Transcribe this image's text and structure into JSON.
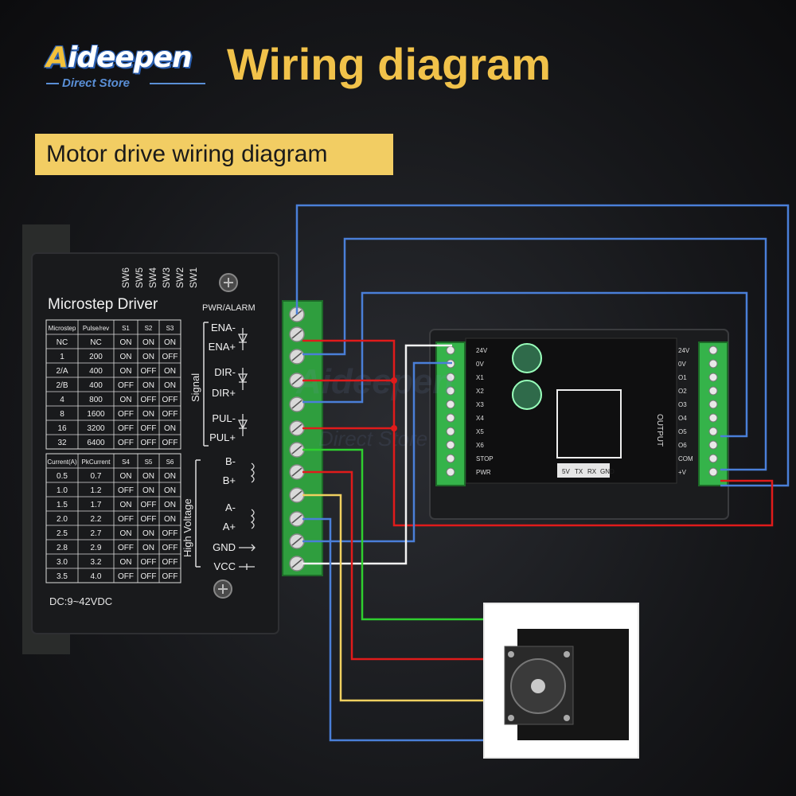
{
  "logo": {
    "first_letter": "A",
    "rest": "ideepen",
    "tagline": "Direct Store"
  },
  "title": "Wiring diagram",
  "subtitle": "Motor drive wiring diagram",
  "driver": {
    "name": "Microstep Driver",
    "switch_labels": [
      "SW6",
      "SW5",
      "SW4",
      "SW3",
      "SW2",
      "SW1"
    ],
    "pwr_alarm": "PWR/ALARM",
    "microstep_table": {
      "headers": [
        "Microstep",
        "Pulse/rev",
        "S1",
        "S2",
        "S3"
      ],
      "rows": [
        [
          "NC",
          "NC",
          "ON",
          "ON",
          "ON"
        ],
        [
          "1",
          "200",
          "ON",
          "ON",
          "OFF"
        ],
        [
          "2/A",
          "400",
          "ON",
          "OFF",
          "ON"
        ],
        [
          "2/B",
          "400",
          "OFF",
          "ON",
          "ON"
        ],
        [
          "4",
          "800",
          "ON",
          "OFF",
          "OFF"
        ],
        [
          "8",
          "1600",
          "OFF",
          "ON",
          "OFF"
        ],
        [
          "16",
          "3200",
          "OFF",
          "OFF",
          "ON"
        ],
        [
          "32",
          "6400",
          "OFF",
          "OFF",
          "OFF"
        ]
      ]
    },
    "current_table": {
      "headers": [
        "Current(A)",
        "PkCurrent",
        "S4",
        "S5",
        "S6"
      ],
      "rows": [
        [
          "0.5",
          "0.7",
          "ON",
          "ON",
          "ON"
        ],
        [
          "1.0",
          "1.2",
          "OFF",
          "ON",
          "ON"
        ],
        [
          "1.5",
          "1.7",
          "ON",
          "OFF",
          "ON"
        ],
        [
          "2.0",
          "2.2",
          "OFF",
          "OFF",
          "ON"
        ],
        [
          "2.5",
          "2.7",
          "ON",
          "ON",
          "OFF"
        ],
        [
          "2.8",
          "2.9",
          "OFF",
          "ON",
          "OFF"
        ],
        [
          "3.0",
          "3.2",
          "ON",
          "OFF",
          "OFF"
        ],
        [
          "3.5",
          "4.0",
          "OFF",
          "OFF",
          "OFF"
        ]
      ]
    },
    "signal_label": "Signal",
    "high_voltage_label": "High Voltage",
    "terminals": [
      "ENA-",
      "ENA+",
      "DIR-",
      "DIR+",
      "PUL-",
      "PUL+",
      "B-",
      "B+",
      "A-",
      "A+",
      "GND",
      "VCC"
    ],
    "dc_label": "DC:9~42VDC"
  },
  "controller": {
    "left_labels": [
      "24V",
      "0V",
      "X1",
      "X2",
      "X3",
      "X4",
      "X5",
      "X6",
      "STOP",
      "PWR"
    ],
    "right_labels": [
      "24V",
      "0V",
      "O1",
      "O2",
      "O3",
      "O4",
      "O5",
      "O6",
      "COM",
      "+V"
    ],
    "serial_labels": [
      "5V",
      "TX",
      "RX",
      "GND"
    ],
    "output_label": "OUTPUT"
  },
  "watermark": {
    "brand": "Aideepen",
    "tagline": "Direct Store"
  },
  "colors": {
    "blue": "#4a7fd8",
    "red": "#e01b1b",
    "green": "#2fcf2f",
    "yellow": "#f0d060",
    "white": "#f2f2f2",
    "title_gold": "#f1c24a",
    "terminal_green": "#2f9e3e"
  }
}
